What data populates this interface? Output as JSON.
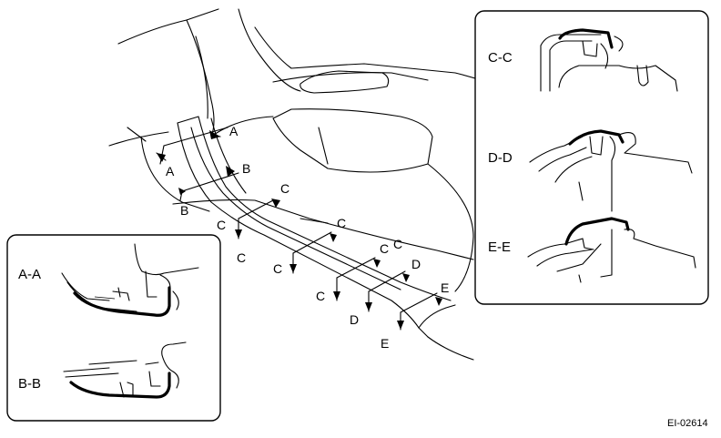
{
  "main_labels": [
    {
      "text": "A"
    },
    {
      "text": "A"
    },
    {
      "text": "B"
    },
    {
      "text": "B"
    },
    {
      "text": "C"
    },
    {
      "text": "C"
    },
    {
      "text": "C"
    },
    {
      "text": "C"
    },
    {
      "text": "C"
    },
    {
      "text": "C"
    },
    {
      "text": "C"
    },
    {
      "text": "C"
    },
    {
      "text": "D"
    },
    {
      "text": "D"
    },
    {
      "text": "E"
    },
    {
      "text": "E"
    }
  ],
  "section_views": {
    "right": [
      "C-C",
      "D-D",
      "E-E"
    ],
    "left": [
      "A-A",
      "B-B"
    ]
  },
  "figure_code": "EI-02614"
}
